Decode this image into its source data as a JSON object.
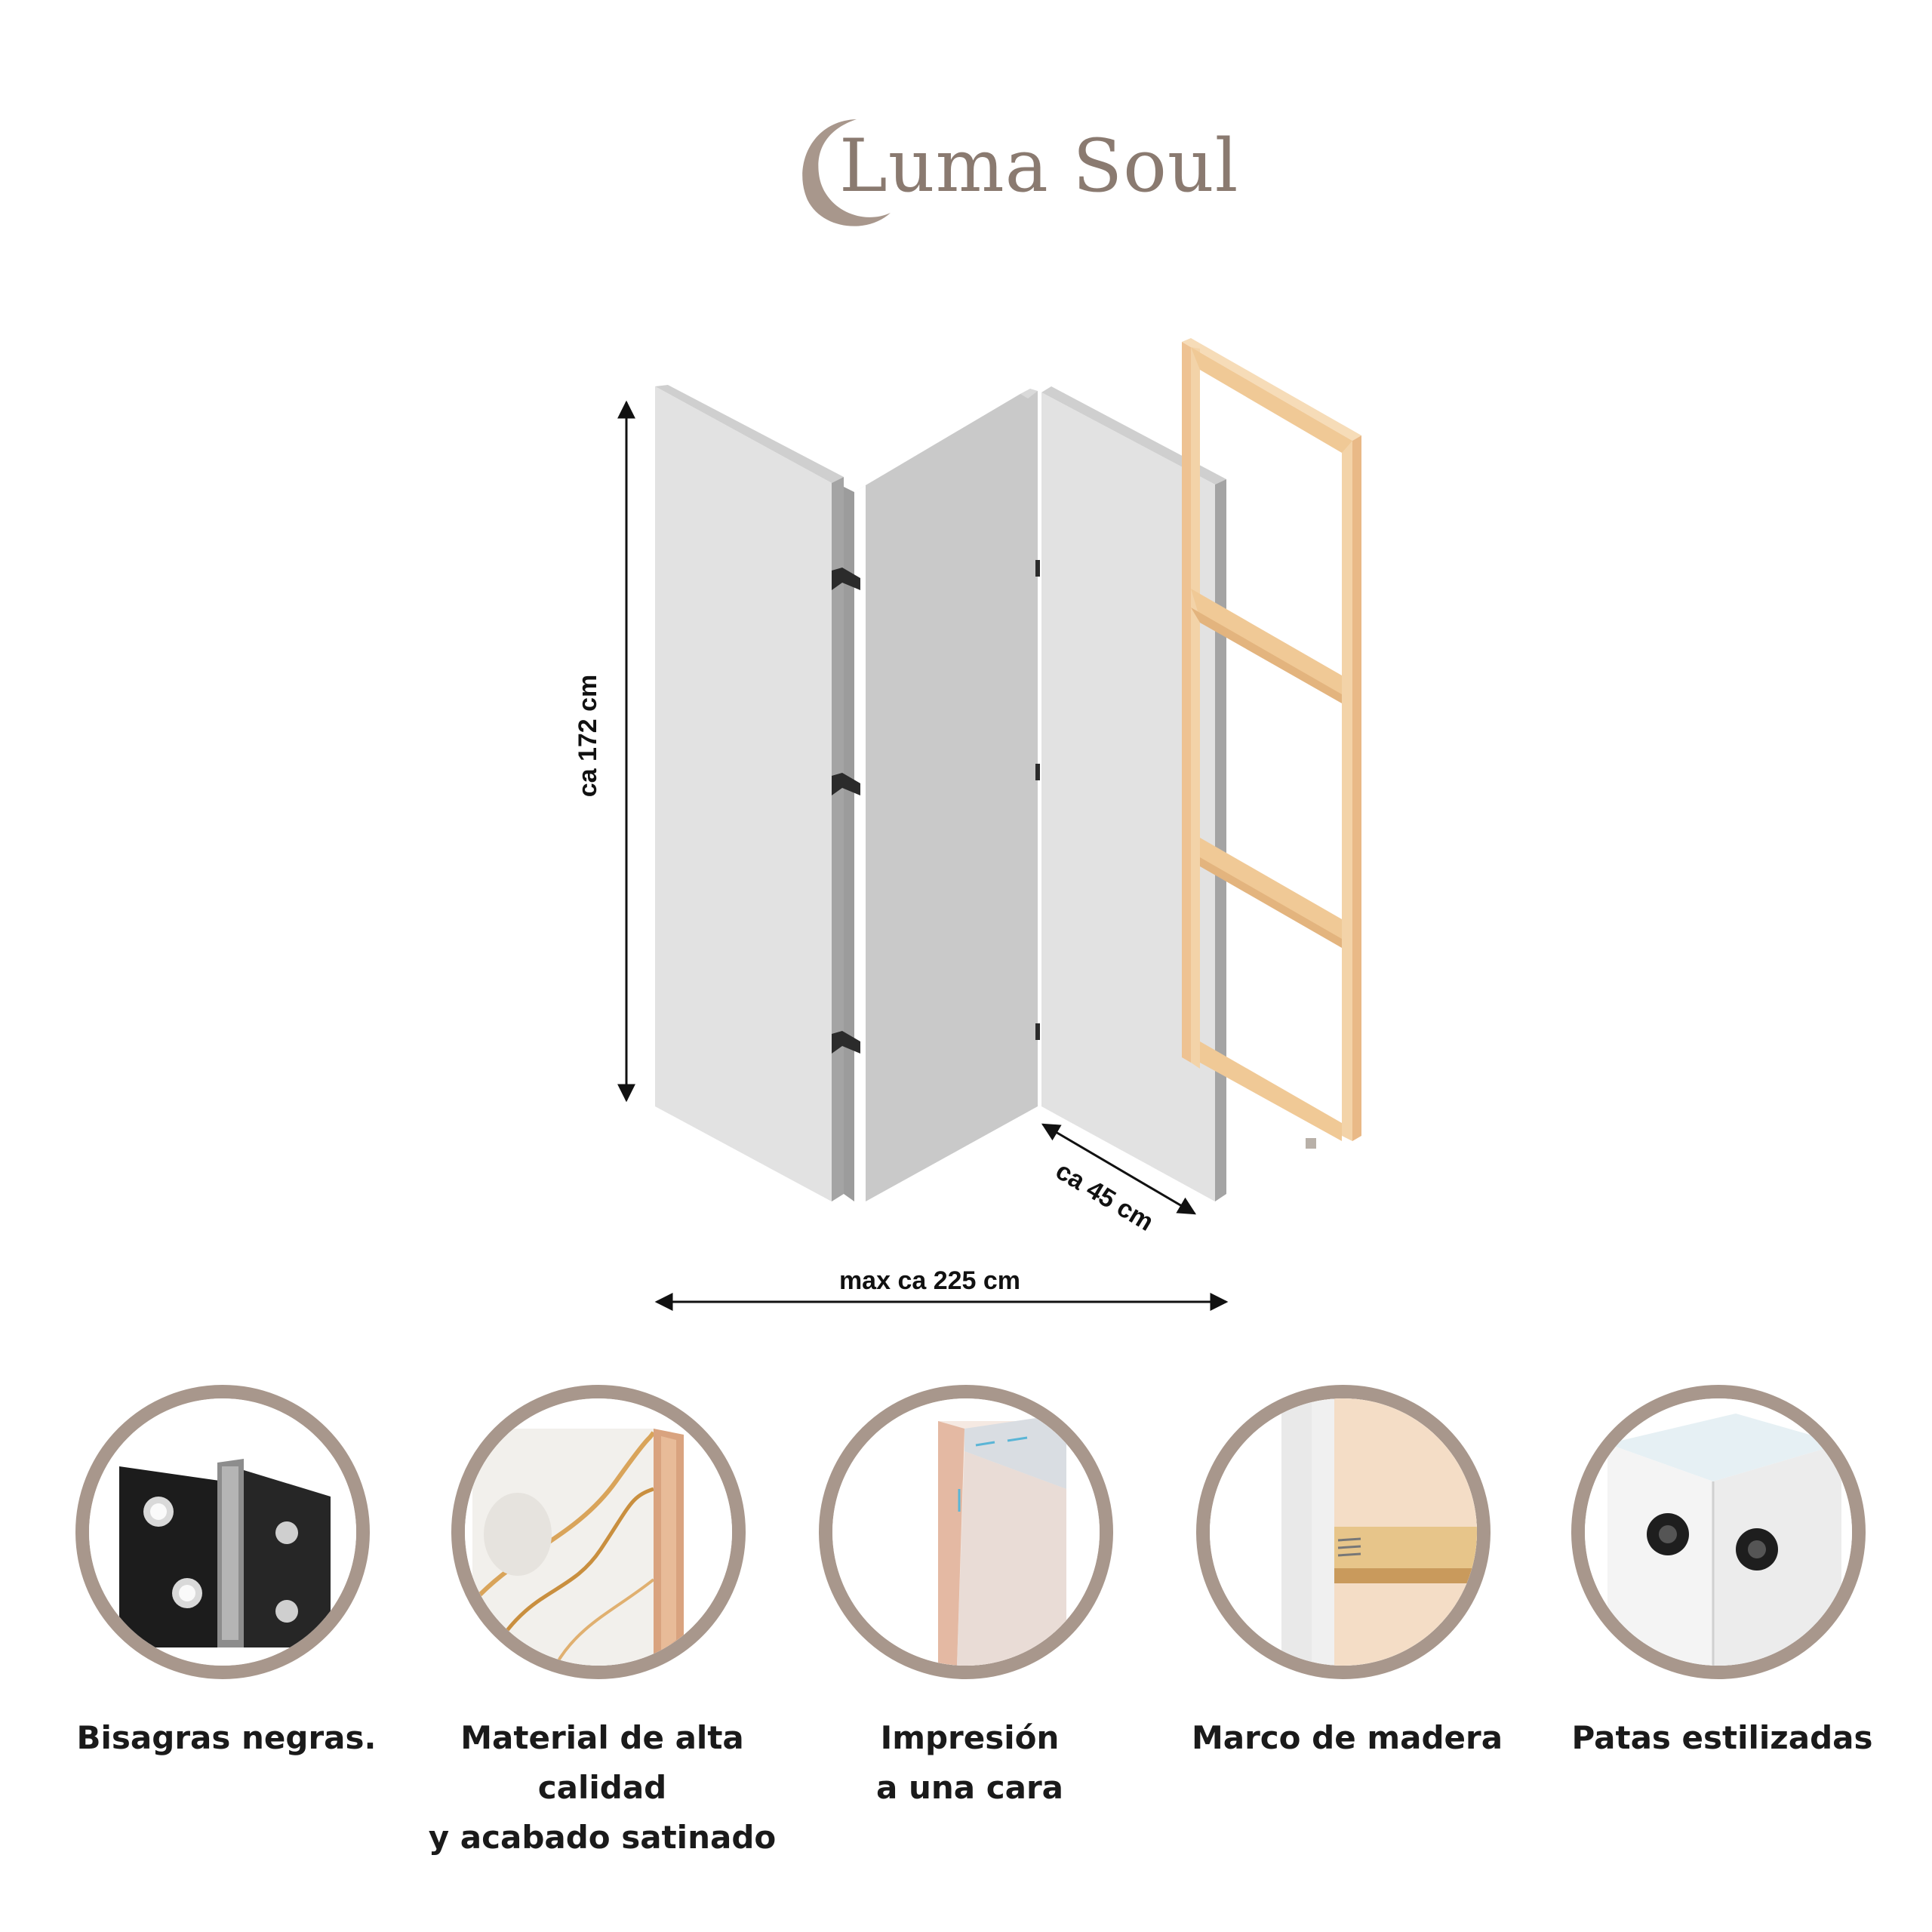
{
  "brand": {
    "name": "Luma Soul"
  },
  "dimensions": {
    "height": "ca 172 cm",
    "panel_width": "ca 45 cm",
    "total_width": "max ca 225 cm"
  },
  "features": [
    {
      "icon": "hinge-icon",
      "caption_lines": [
        "Bisagras negras."
      ]
    },
    {
      "icon": "material-icon",
      "caption_lines": [
        "Material de alta calidad",
        "y acabado satinado"
      ]
    },
    {
      "icon": "print-icon",
      "caption_lines": [
        "Impresión",
        "a una cara"
      ]
    },
    {
      "icon": "wood-frame-icon",
      "caption_lines": [
        "Marco de madera"
      ]
    },
    {
      "icon": "feet-icon",
      "caption_lines": [
        "Patas estilizadas"
      ]
    }
  ],
  "colors": {
    "accent": "#a8978c",
    "panel_front": "#e2e2e2",
    "panel_mid": "#c9c9c9",
    "panel_edge": "#a4a4a4",
    "frame_wood": "#f0c996",
    "hinge": "#2b2b2b"
  }
}
